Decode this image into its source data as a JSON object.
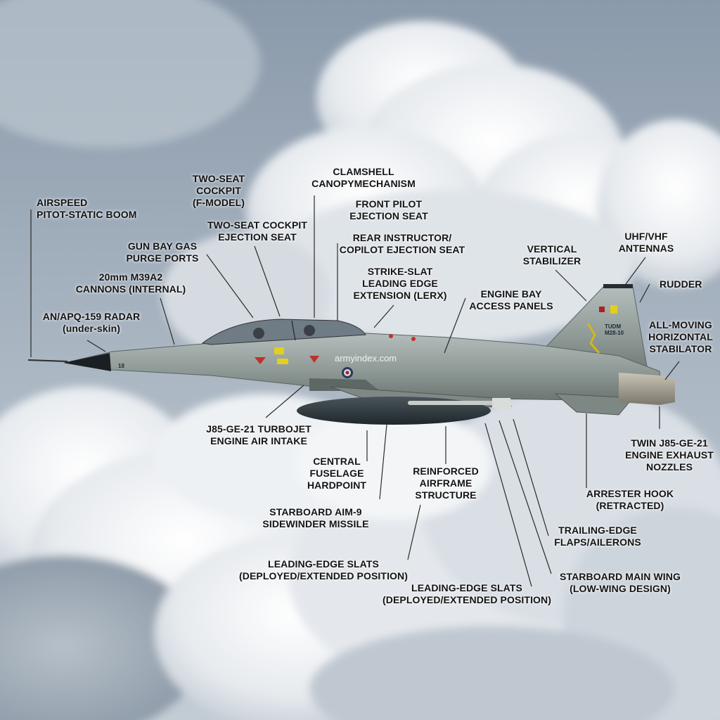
{
  "colors": {
    "sky_top": "#8f9eae",
    "sky_bottom": "#c9d2da",
    "cloud": "#f3f5f7",
    "aircraft_body": "#8f9a97",
    "nose_cone": "#1a1f24",
    "label_text": "#141414",
    "leader_line": "#2a2a2a"
  },
  "watermark": "armyindex.com",
  "tail_code": "TUDM\nM28-10",
  "nose_number": "18",
  "labels": {
    "airspeed_boom": "AIRSPEED\nPITOT-STATIC BOOM",
    "two_seat_cockpit": "TWO-SEAT\nCOCKPIT\n(F-MODEL)",
    "clamshell_canopy": "CLAMSHELL\nCANOPYMECHANISM",
    "front_pilot_seat": "FRONT PILOT\nEJECTION SEAT",
    "cockpit_ejection_seat": "TWO-SEAT COCKPIT\nEJECTION SEAT",
    "rear_instructor_seat": "REAR INSTRUCTOR/\nCOPILOT EJECTION SEAT",
    "gun_bay_ports": "GUN BAY GAS\nPURGE PORTS",
    "cannons": "20mm M39A2\nCANNONS (INTERNAL)",
    "strike_slat_lerx": "STRIKE-SLAT\nLEADING EDGE\nEXTENSION (LERX)",
    "radar": "AN/APQ-159 RADAR\n(under-skin)",
    "engine_bay_panels": "ENGINE BAY\nACCESS PANELS",
    "vertical_stabilizer": "VERTICAL\nSTABILIZER",
    "uhf_vhf_antennas": "UHF/VHF\nANTENNAS",
    "rudder": "RUDDER",
    "horizontal_stabilator": "ALL-MOVING\nHORIZONTAL\nSTABILATOR",
    "engine_air_intake": "J85-GE-21 TURBOJET\nENGINE AIR INTAKE",
    "central_hardpoint": "CENTRAL\nFUSELAGE\nHARDPOINT",
    "reinforced_airframe": "REINFORCED\nAIRFRAME\nSTRUCTURE",
    "exhaust_nozzles": "TWIN J85-GE-21\nENGINE EXHAUST\nNOZZLES",
    "arrester_hook": "ARRESTER HOOK\n(RETRACTED)",
    "aim9_missile": "STARBOARD AIM-9\nSIDEWINDER MISSILE",
    "trailing_edge_flaps": "TRAILING-EDGE\nFLAPS/AILERONS",
    "leading_edge_slats_1": "LEADING-EDGE SLATS\n(DEPLOYED/EXTENDED POSITION)",
    "starboard_main_wing": "STARBOARD MAIN WING\n(LOW-WING DESIGN)",
    "leading_edge_slats_2": "LEADING-EDGE SLATS\n(DEPLOYED/EXTENDED POSITION)"
  }
}
